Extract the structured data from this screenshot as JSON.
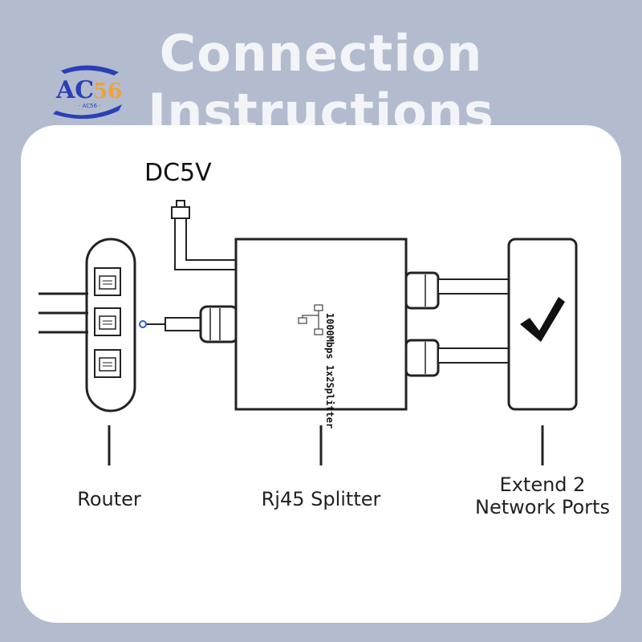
{
  "title": "Connection Instructions",
  "logo": {
    "text": "AC56",
    "subtext": "AC56"
  },
  "power_label": "DC5V",
  "splitter_model": "1000Mbps 1x2Splitter",
  "labels": {
    "router": "Router",
    "splitter": "Rj45 Splitter",
    "extend_line1": "Extend 2",
    "extend_line2": "Network Ports"
  },
  "colors": {
    "background": "#b3bccf",
    "card": "#ffffff",
    "stroke": "#222222",
    "logo_blue": "#2a3fb6",
    "logo_orange": "#f0a23a"
  },
  "icons": [
    "router-icon",
    "ethernet-port-icon",
    "network-topology-icon",
    "checkmark-icon"
  ]
}
